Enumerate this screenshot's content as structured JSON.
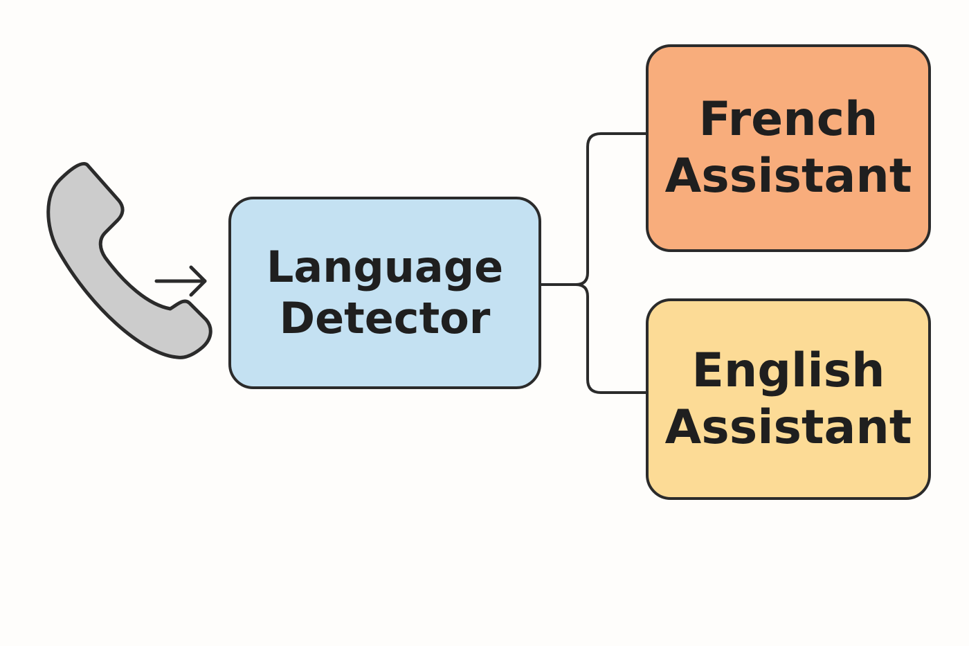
{
  "diagram": {
    "nodes": {
      "detector": {
        "line1": "Language",
        "line2": "Detector",
        "color": "#c4e1f2"
      },
      "french": {
        "line1": "French",
        "line2": "Assistant",
        "color": "#f8ad7c"
      },
      "english": {
        "line1": "English",
        "line2": "Assistant",
        "color": "#fcdb96"
      }
    },
    "icons": {
      "input": "phone-handset-icon",
      "flow": "arrow-right-icon"
    },
    "colors": {
      "stroke": "#2b2b2b",
      "phone": "#cccccc",
      "background": "#fefdfb"
    },
    "edges": [
      {
        "from": "phone",
        "to": "detector"
      },
      {
        "from": "detector",
        "to": "french"
      },
      {
        "from": "detector",
        "to": "english"
      }
    ]
  }
}
